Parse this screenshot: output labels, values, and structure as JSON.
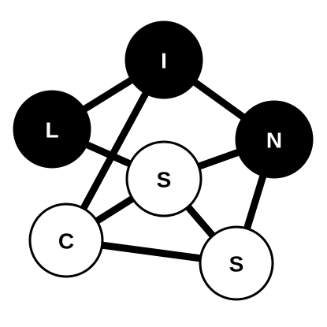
{
  "graph": {
    "nodes": [
      {
        "id": "I",
        "label": "I",
        "fill": "#000000",
        "text_color": "#ffffff"
      },
      {
        "id": "L",
        "label": "L",
        "fill": "#000000",
        "text_color": "#ffffff"
      },
      {
        "id": "N",
        "label": "N",
        "fill": "#000000",
        "text_color": "#ffffff"
      },
      {
        "id": "S1",
        "label": "S",
        "fill": "#ffffff",
        "text_color": "#000000"
      },
      {
        "id": "C",
        "label": "C",
        "fill": "#ffffff",
        "text_color": "#000000"
      },
      {
        "id": "S2",
        "label": "S",
        "fill": "#ffffff",
        "text_color": "#000000"
      }
    ],
    "edges": [
      [
        "L",
        "I"
      ],
      [
        "I",
        "N"
      ],
      [
        "I",
        "C"
      ],
      [
        "L",
        "S1"
      ],
      [
        "S1",
        "N"
      ],
      [
        "N",
        "S2"
      ],
      [
        "S1",
        "C"
      ],
      [
        "S1",
        "S2"
      ],
      [
        "C",
        "S2"
      ]
    ]
  }
}
